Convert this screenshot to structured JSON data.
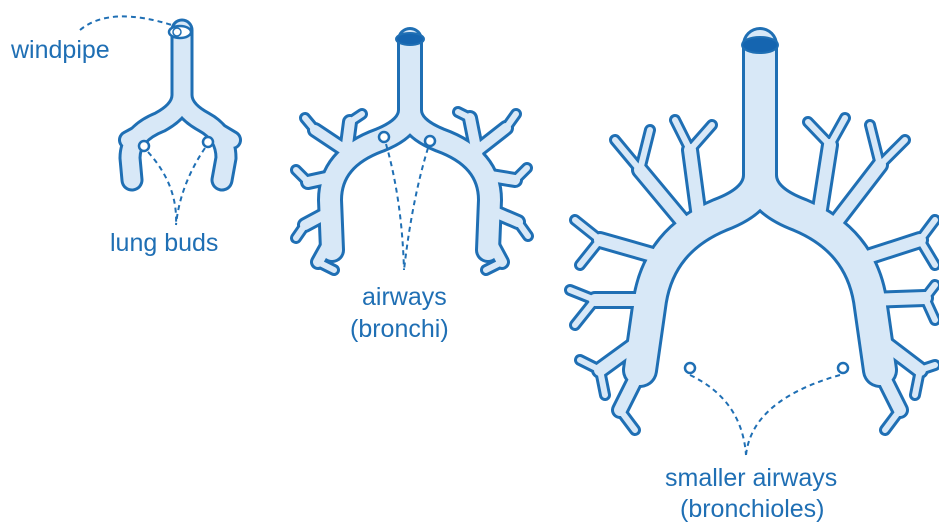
{
  "colors": {
    "fill": "#d8e8f7",
    "stroke": "#1f6fb4",
    "label": "#1f6fb4",
    "lumen": "#1565b0"
  },
  "labels": {
    "windpipe": "windpipe",
    "lung_buds": "lung buds",
    "airways_line1": "airways",
    "airways_line2": "(bronchi)",
    "smaller_line1": "smaller airways",
    "smaller_line2": "(bronchioles)"
  }
}
